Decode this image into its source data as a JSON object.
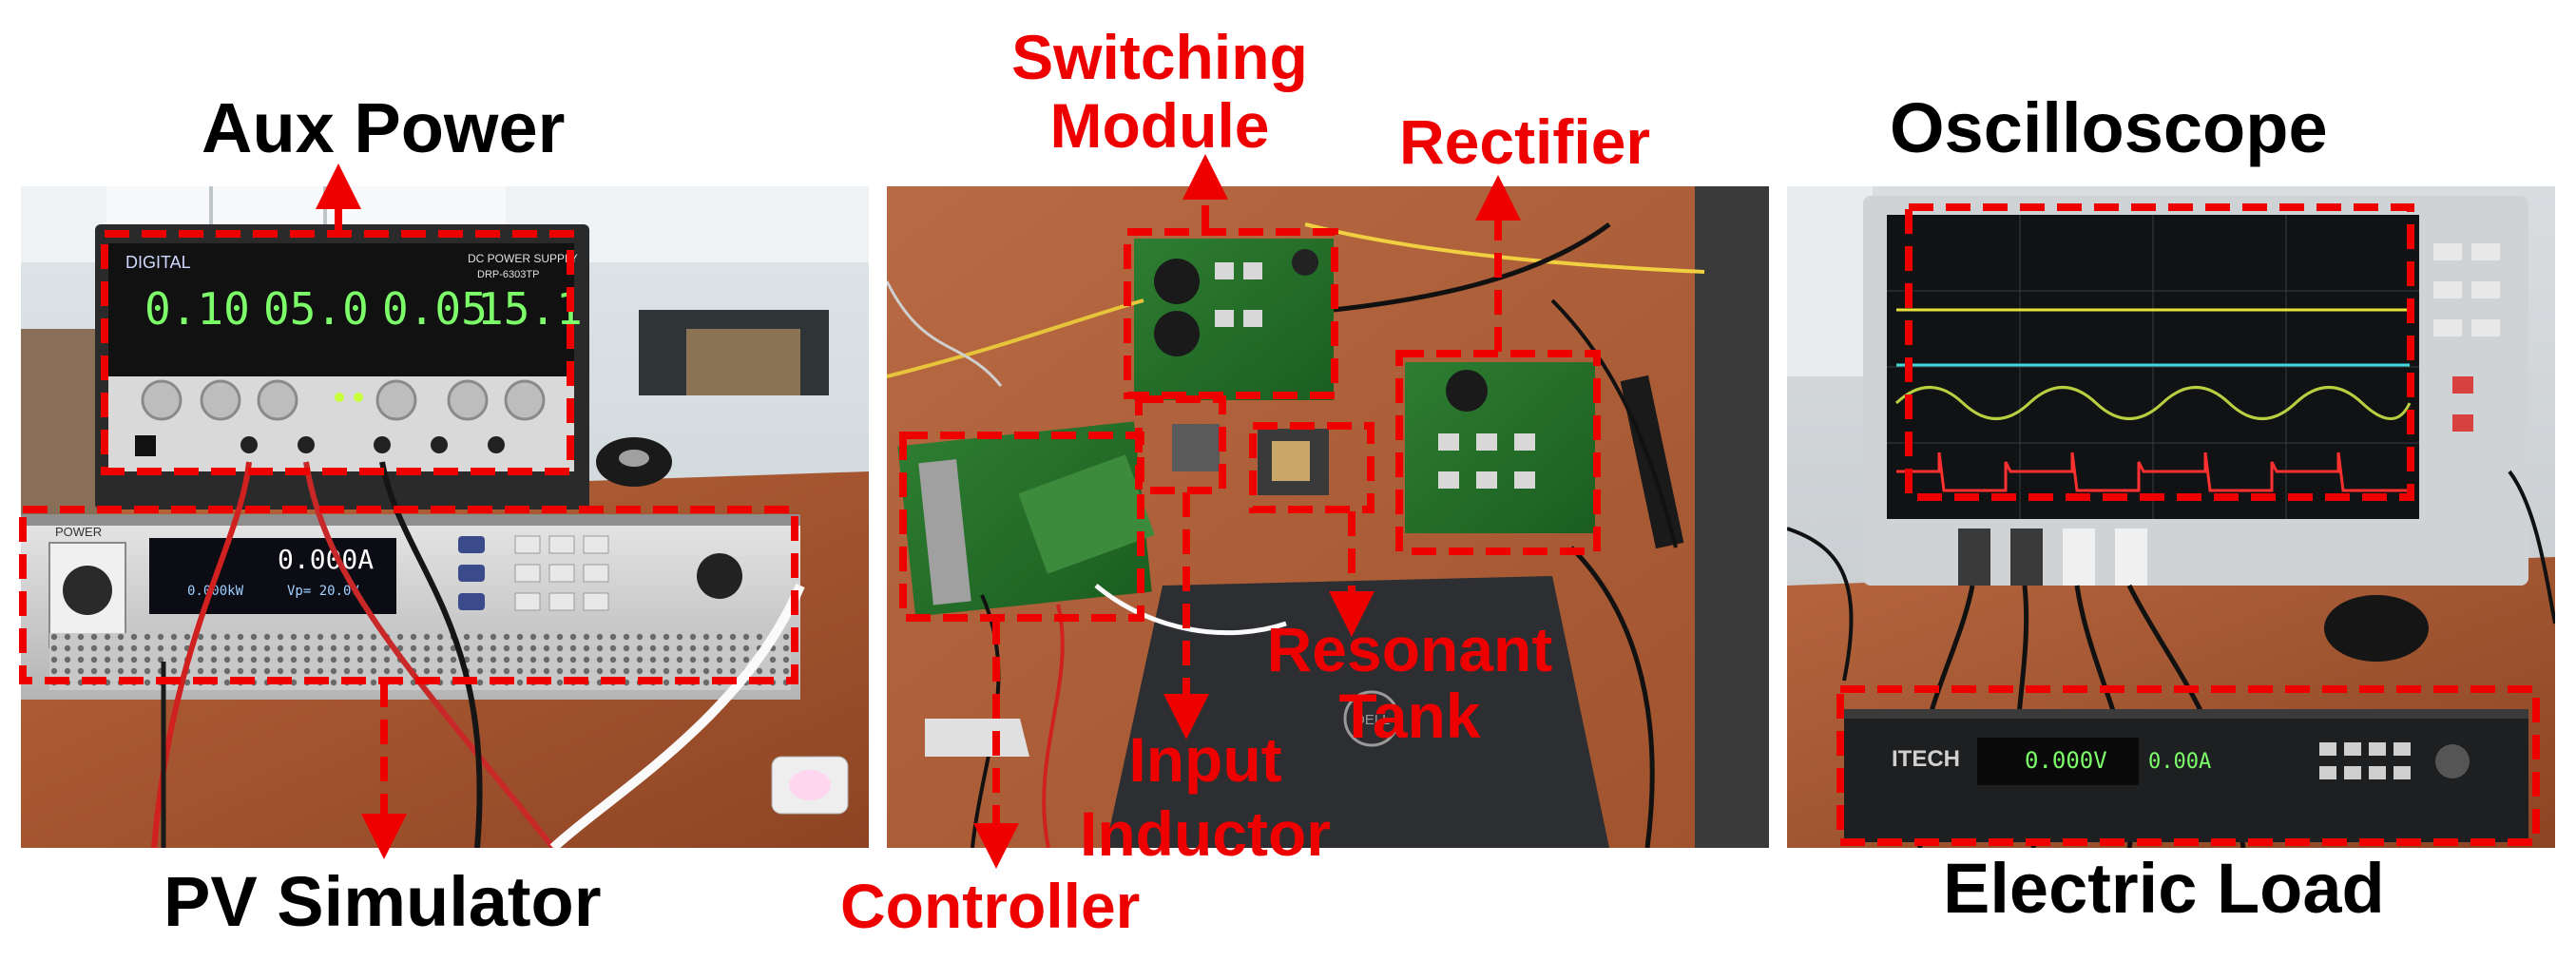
{
  "labels": {
    "aux_power": "Aux Power",
    "pv_simulator": "PV Simulator",
    "switching_module_line1": "Switching",
    "switching_module_line2": "Module",
    "rectifier": "Rectifier",
    "resonant_tank_line1": "Resonant",
    "resonant_tank_line2": "Tank",
    "input_inductor_line1": "Input",
    "input_inductor_line2": "Inductor",
    "controller": "Controller",
    "oscilloscope": "Oscilloscope",
    "electric_load": "Electric Load"
  },
  "instruments": {
    "aux_brand": "DIGITAL",
    "aux_type": "DC POWER SUPPLY",
    "aux_model": "DRP-6303TP",
    "aux_display_1": "0.10",
    "aux_display_2": "05.0",
    "aux_display_3": "0.05",
    "aux_display_4": "15.1",
    "pv_panel_label": "POWER",
    "pv_display_current": "0.000A",
    "pv_display_power": "0.000kW",
    "pv_display_voltage": "Vp= 20.0V",
    "load_brand": "ITECH",
    "load_display_voltage": "0.000V",
    "load_display_current": "0.00A",
    "laptop_brand": "DELL"
  },
  "colors": {
    "annotation_red": "#ee0000",
    "label_black": "#000000",
    "trace_yellow": "#e8e23a",
    "trace_cyan": "#40d8e0",
    "trace_green": "#b8d040",
    "trace_red": "#ff3030",
    "display_green": "#7dff6a"
  }
}
